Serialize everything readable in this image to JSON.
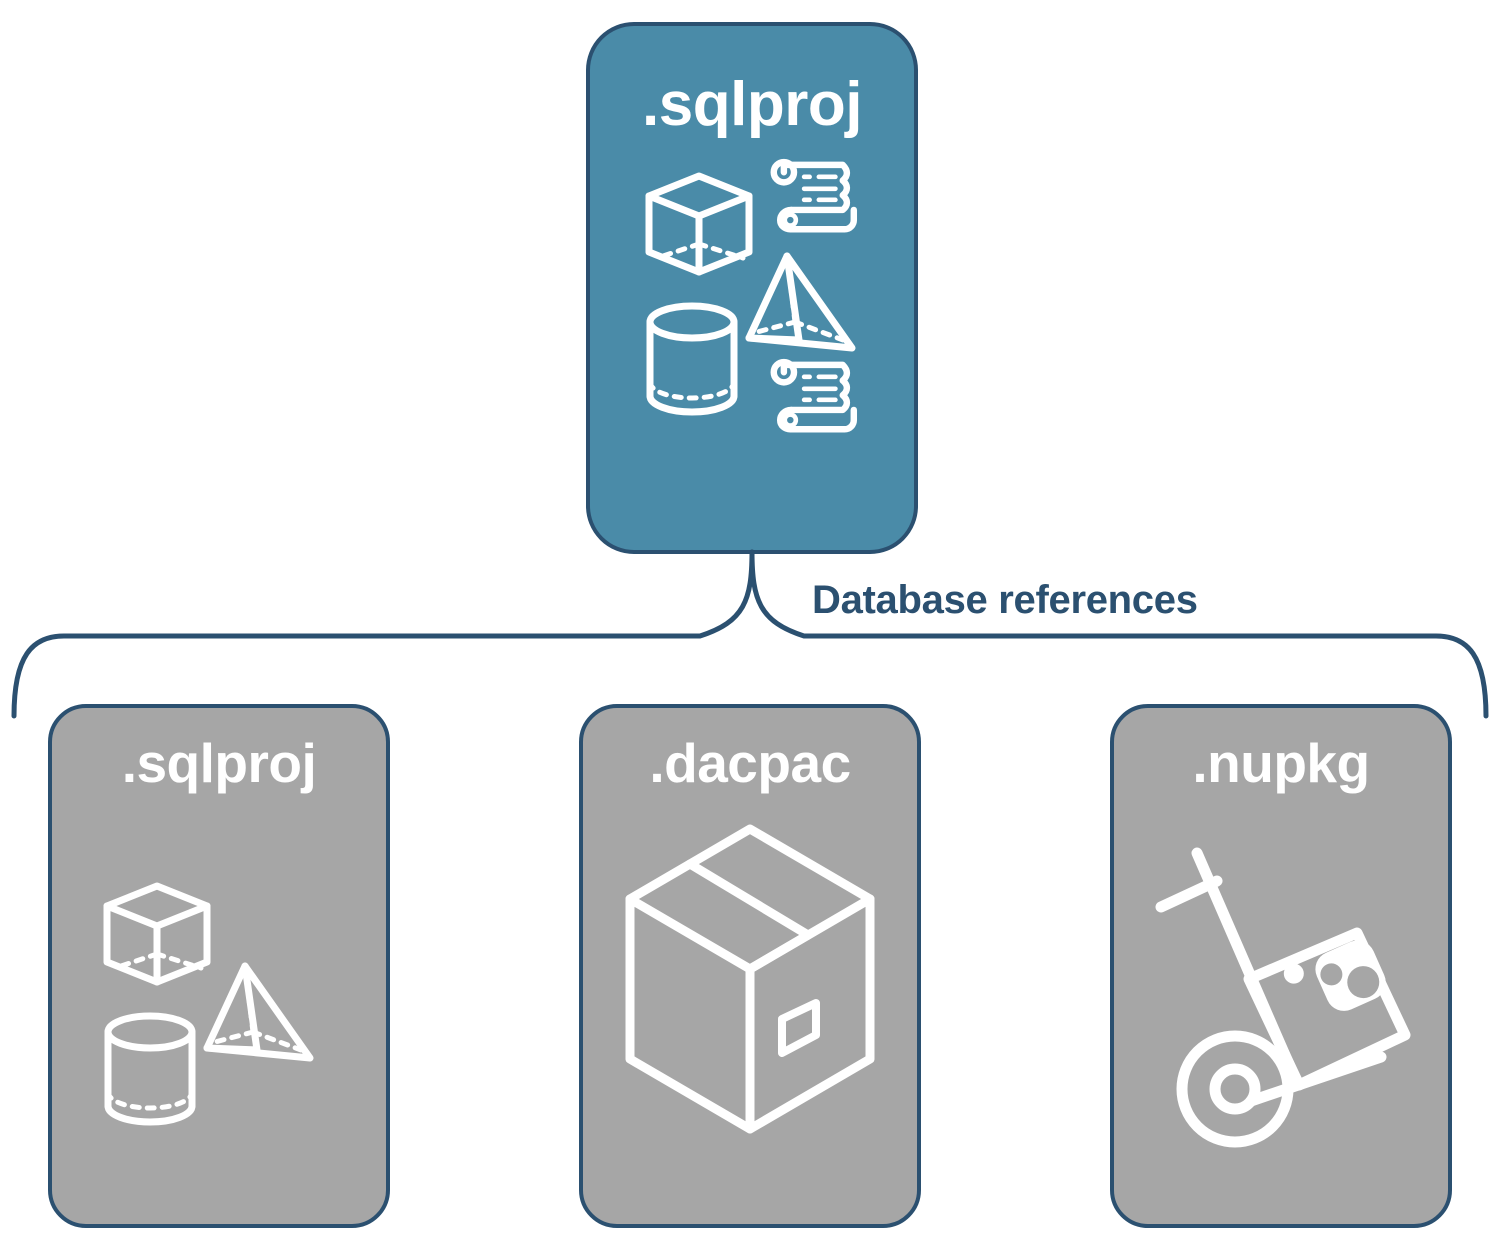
{
  "diagram": {
    "title_visible": false,
    "colors": {
      "accent_blue": "#4a8ba8",
      "border_navy": "#2b5070",
      "leaf_gray": "#a6a6a6",
      "icon_white": "#ffffff",
      "background": "#ffffff"
    },
    "root": {
      "label": ".sqlproj",
      "icons": [
        "cube-icon",
        "pyramid-icon",
        "cylinder-icon",
        "scroll-icon",
        "scroll-icon"
      ]
    },
    "connector": {
      "caption": "Database references",
      "style": "curly-brace"
    },
    "leaves": [
      {
        "label": ".sqlproj",
        "icons": [
          "cube-icon",
          "pyramid-icon",
          "cylinder-icon"
        ]
      },
      {
        "label": ".dacpac",
        "icons": [
          "package-box-icon"
        ]
      },
      {
        "label": ".nupkg",
        "icons": [
          "hand-truck-icon",
          "nuget-logo-icon"
        ]
      }
    ]
  }
}
